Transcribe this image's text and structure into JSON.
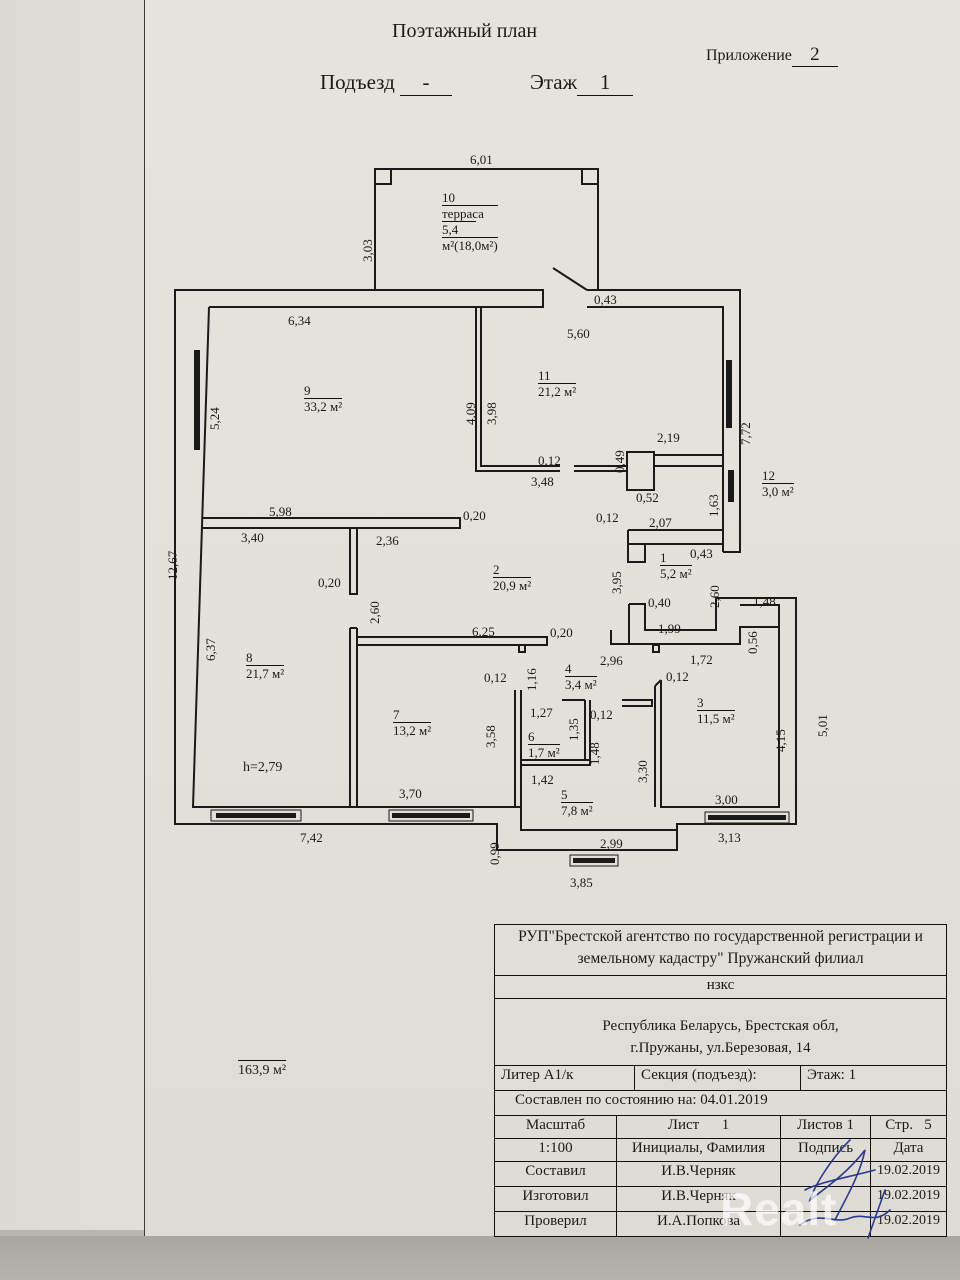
{
  "header": {
    "title": "Поэтажный план",
    "appendix_label": "Приложение",
    "appendix_value": "2",
    "entrance_label": "Подъезд",
    "entrance_value": "-",
    "floor_label": "Этаж",
    "floor_value": "1"
  },
  "rooms": [
    {
      "num": "10",
      "name": "терраса",
      "area": "5,4",
      "area_unit": "м²(18,0м²)"
    },
    {
      "num": "9",
      "area": "33,2 м²"
    },
    {
      "num": "11",
      "area": "21,2 м²"
    },
    {
      "num": "12",
      "area": "3,0 м²"
    },
    {
      "num": "1",
      "area": "5,2 м²"
    },
    {
      "num": "2",
      "area": "20,9 м²"
    },
    {
      "num": "8",
      "area": "21,7 м²"
    },
    {
      "num": "7",
      "area": "13,2 м²"
    },
    {
      "num": "4",
      "area": "3,4 м²"
    },
    {
      "num": "6",
      "area": "1,7 м²"
    },
    {
      "num": "5",
      "area": "7,8 м²"
    },
    {
      "num": "3",
      "area": "11,5 м²"
    }
  ],
  "dimensions": {
    "terrace_top": "6,01",
    "terrace_side": "3,03",
    "terrace_corner": "0,43",
    "r9_top": "6,34",
    "r9_side": "5,24",
    "r9_right_a": "4,09",
    "r9_right_b": "3,98",
    "r11_top": "5,60",
    "r11_right": "7,72",
    "r11_bottom_a": "0,12",
    "r11_bottom_b": "3,48",
    "r11_niche_a": "0,49",
    "r11_niche_b": "2,19",
    "r11_niche_c": "0,52",
    "r12_side": "1,63",
    "r1_a": "0,12",
    "r1_b": "2,07",
    "r1_c": "0,43",
    "r1_side": "3,95",
    "r9_bottom": "5,98",
    "r9_wall_end": "0,20",
    "r8_top": "3,40",
    "r2_left": "2,36",
    "stub": "0,20",
    "door_gap": "2,60",
    "r7_top": "6,25",
    "r7_wall_end": "0,20",
    "left_total": "12,67",
    "r8_side": "6,37",
    "height": "h=2,79",
    "r7_bottom": "3,70",
    "r8_bottom": "7,42",
    "bath_step": "0,99",
    "r4_a": "0,12",
    "r4_b": "1,16",
    "r6_top": "1,27",
    "r6_side": "1,35",
    "r6_b": "0,12",
    "r6_c": "1,48",
    "r7_side": "3,58",
    "r5_top": "1,42",
    "r5_side": "3,30",
    "r5_bottom": "2,99",
    "r5_outer": "3,85",
    "r4_right": "2,96",
    "r3_a": "0,40",
    "r3_b": "2,60",
    "r3_c": "1,48",
    "r3_d": "1,99",
    "r3_e": "0,56",
    "r3_f": "1,72",
    "r3_g": "0,12",
    "r3_side": "4,15",
    "r3_outer": "5,01",
    "r3_bottom": "3,00",
    "r3_outer_bottom": "3,13"
  },
  "total_area": "163,9 м²",
  "title_block": {
    "org": "РУП\"Брестской агентство по государственной регистрации и земельному кадастру\" Пружанский филиал",
    "type": "нзкс",
    "address_line1": "Республика Беларусь, Брестская обл,",
    "address_line2": "г.Пружаны, ул.Березовая, 14",
    "liter": "Литер А1/к",
    "section": "Секция (подъезд):",
    "floor": "Этаж: 1",
    "compiled_as_of": "Составлен по состоянию на: 04.01.2019",
    "scale_label": "Масштаб",
    "sheet_label": "Лист",
    "sheet_value": "1",
    "sheets_label": "Листов 1",
    "page_label": "Стр.",
    "page_value": "5",
    "scale_value": "1:100",
    "col_name": "Инициалы, Фамилия",
    "col_sign": "Подпись",
    "col_date": "Дата",
    "rows": [
      {
        "role": "Составил",
        "name": "И.В.Черняк",
        "date": "19.02.2019"
      },
      {
        "role": "Изготовил",
        "name": "И.В.Черняк",
        "date": "19.02.2019"
      },
      {
        "role": "Проверил",
        "name": "И.А.Попкова",
        "date": "19.02.2019"
      }
    ]
  },
  "watermark": "Realt",
  "colors": {
    "paper": "#e4e1da",
    "ink": "#1a1a1a",
    "signature": "#2b3a8f"
  }
}
